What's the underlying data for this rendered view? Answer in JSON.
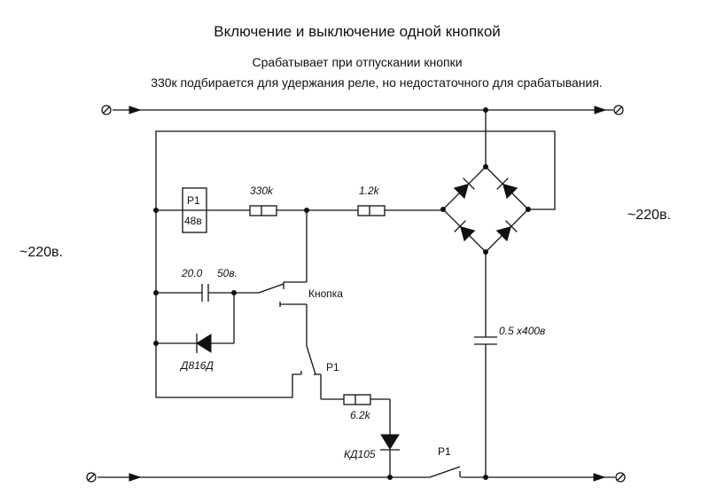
{
  "title": "Включение и выключение одной кнопкой",
  "subtitle": "Срабатывает при отпускании кнопки",
  "note": "330к подбирается для удержания реле, но недостаточного для срабатывания.",
  "labels": {
    "mains_left": "~220в.",
    "mains_right": "~220в.",
    "relay": "Р1",
    "relay_voltage": "48в",
    "r_330k": "330k",
    "r_1_2k": "1.2k",
    "c_20": "20.0",
    "c_20_voltage": "50в.",
    "button": "Кнопка",
    "zener": "Д816Д",
    "contact_p1_middle": "Р1",
    "r_6_2k": "6.2k",
    "diode_kd105": "КД105",
    "contact_p1_bottom": "Р1",
    "c_bridge": "0.5 х400в"
  }
}
